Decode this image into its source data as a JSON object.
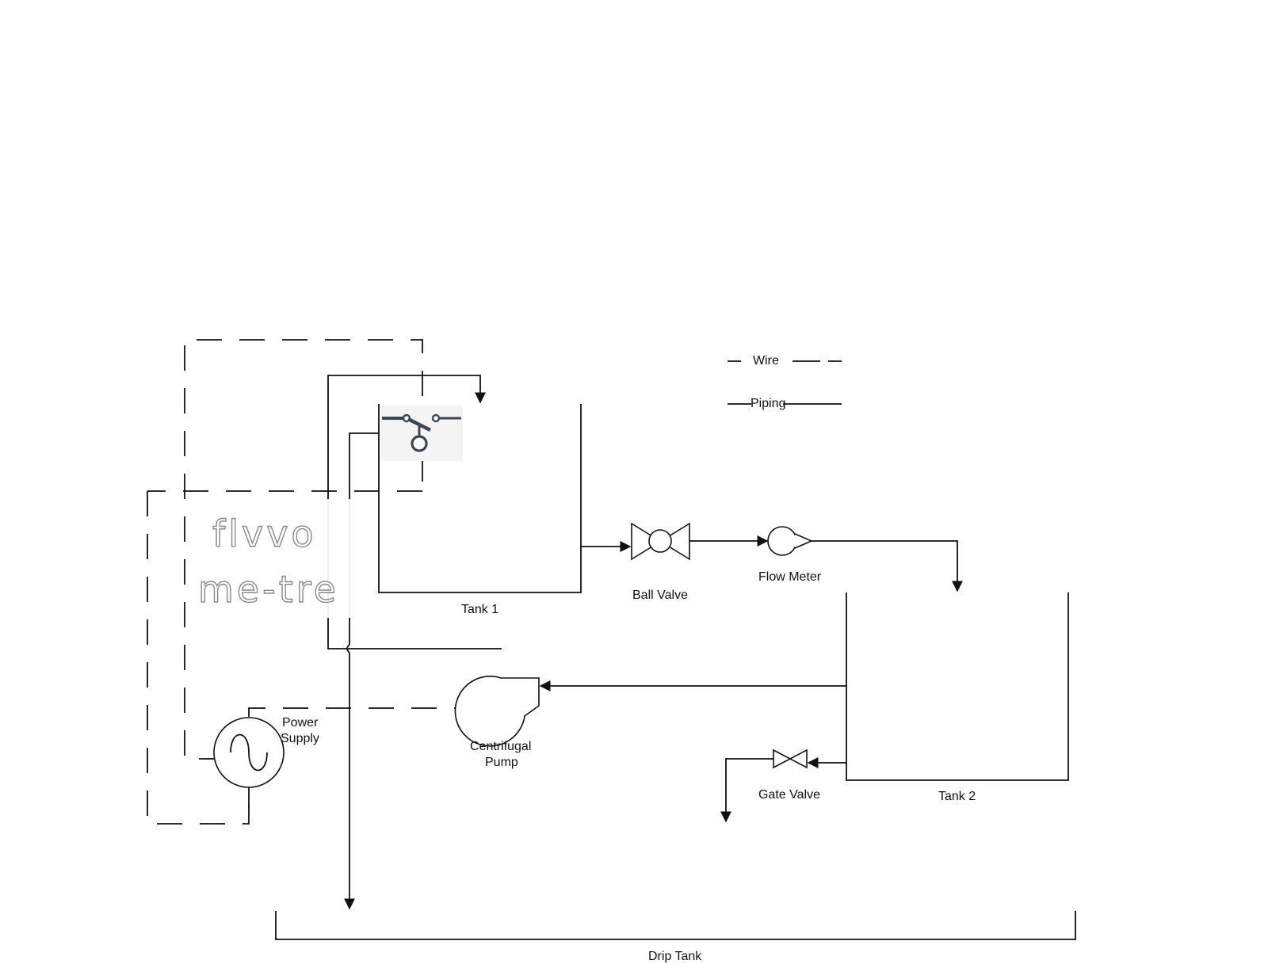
{
  "legend": {
    "wire": "Wire",
    "piping": "Piping"
  },
  "labels": {
    "tank1": "Tank 1",
    "ball_valve": "Ball Valve",
    "flow_meter": "Flow Meter",
    "tank2": "Tank 2",
    "gate_valve": "Gate Valve",
    "power_supply_1": "Power",
    "power_supply_2": "Supply",
    "pump_1": "Centrifugal",
    "pump_2": "Pump",
    "drip_tank": "Drip Tank"
  },
  "handwritten": {
    "line1": "flvvo",
    "line2": "me-tre"
  },
  "colors": {
    "line": "#111111",
    "switch": "#3a4654",
    "background": "#ffffff"
  },
  "icons": [
    "float-switch-icon",
    "ball-valve-icon",
    "flow-meter-icon",
    "centrifugal-pump-icon",
    "gate-valve-icon",
    "ac-power-supply-icon"
  ]
}
